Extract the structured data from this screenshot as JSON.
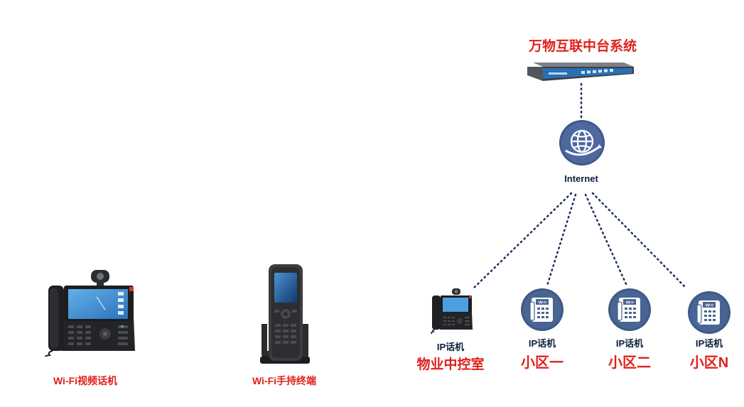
{
  "diagram": {
    "platform": {
      "label": "万物互联中台系统"
    },
    "internet": {
      "label": "Internet"
    },
    "property_center": {
      "device_label": "IP话机",
      "location_label": "物业中控室"
    },
    "communities": [
      {
        "device_label": "IP话机",
        "location_label": "小区一"
      },
      {
        "device_label": "IP话机",
        "location_label": "小区二"
      },
      {
        "device_label": "IP话机",
        "location_label": "小区N"
      }
    ],
    "wifi_video_phone": {
      "label": "Wi-Fi视频话机"
    },
    "wifi_handset": {
      "label": "Wi-Fi手持终端"
    }
  },
  "colors": {
    "accent_red": "#e0201b",
    "navy": "#0c1f3f",
    "icon_blue": "#3e5a86",
    "dotted_line": "#1b2f63"
  }
}
